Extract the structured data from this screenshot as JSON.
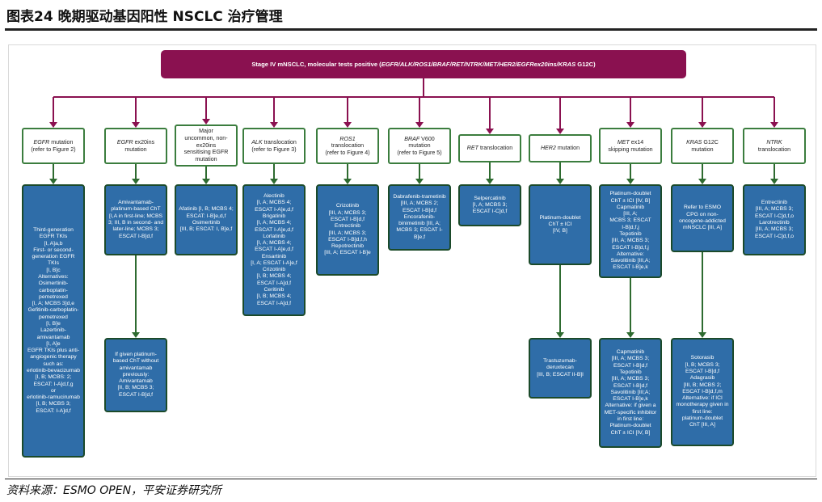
{
  "figure_title": "图表24  晚期驱动基因阳性 NSCLC 治疗管理",
  "root": {
    "prefix": "Stage IV mNSCLC, molecular tests positive (",
    "genes": "EGFR/ALK/ROS1/BRAF/RET/NTRK/MET/HER2/EGFRex20ins/KRAS",
    "suffix": " G12C)"
  },
  "categories": [
    {
      "gene": "EGFR",
      "text": " mutation\n(refer to Figure 2)"
    },
    {
      "gene": "EGFR",
      "text": " ex20ins\nmutation"
    },
    {
      "gene": "",
      "text": "Major\nuncommon, non-\nex20ins\nsensitising EGFR\nmutation"
    },
    {
      "gene": "ALK",
      "text": " translocation\n(refer to Figure 3)"
    },
    {
      "gene": "ROS1",
      "text": "\ntranslocation\n(refer to Figure 4)"
    },
    {
      "gene": "BRAF",
      "text": " V600\nmutation\n(refer to Figure 5)"
    },
    {
      "gene": "RET",
      "text": " translocation"
    },
    {
      "gene": "HER2",
      "text": " mutation"
    },
    {
      "gene": "MET",
      "text": " ex14\nskipping mutation"
    },
    {
      "gene": "KRAS",
      "text": " G12C\nmutation"
    },
    {
      "gene": "NTRK",
      "text": "\ntranslocation"
    }
  ],
  "treatments_first": [
    "Third-generation EGFR TKIs\n[I, A]a,b\nFirst- or second-generation EGFR TKIs\n[I, B]c\nAlternatives:\nOsimertinib-carboplatin-pemetrexed\n[I, A; MCBS 3]d,e\nGefitinib-carboplatin-pemetrexed\n[I, B]e\nLazertinib-amivantamab\n[I, A]e\nEGFR TKIs plus anti-angiogenic therapy such as:\nerlotinib-bevacizumab\n[I, B; MCBS: 2;\nESCAT: I-A]d,f,g\nor\nerlotinib-ramucirumab\n[I, B; MCBS 3;\nESCAT: I-A]d,f",
    "Amivantamab-platinum-based ChT\n[I,A in first-line; MCBS 3; III, B in second- and later-line; MCBS 3; ESCAT I-B]d,f",
    "Afatinib [I, B; MCBS 4;\nESCAT: I-B]e,d,f\nOsimertinib\n[III, B; ESCAT: I, B]e,f",
    "Alectinib\n[I, A; MCBS 4;\nESCAT I-A]e,d,f\nBrigatinib\n[I, A; MCBS 4;\nESCAT I-A]e,d,f\nLorlatinib\n[I, A; MCBS 4;\nESCAT I-A]e,d,f\nEnsartinib\n[I, A; ESCAT I-A]e,f\nCrizotinib\n[I, B; MCBS 4;\nESCAT I-A]d,f\nCeritinib\n[I, B; MCBS 4;\nESCAT I-A]d,f",
    "Crizotinib\n[III, A; MCBS 3;\nESCAT I-B]d,f\nEntrectinib\n[III, A; MCBS 3;\nESCAT I-B]d,f,h\nRepotrectinib\n[III, A; ESCAT I-B]e",
    "Dabrafenib-trametinib\n[III, A; MCBS 2;\nESCAT I-B]d,f\nEncorafenib-binimetinib [III, A;\nMCBS 3; ESCAT I-B]e,f",
    "Selpercatinib\n[I, A; MCBS 3;\nESCAT I-C]d,f",
    "Platinum-doublet\nChT ± ICI\n[IV, B]",
    "Platinum-doublet\nChT ± ICI [IV, B]\nCapmatinib\n[III, A;\nMCBS 3; ESCAT\nI-B]d,f,j\nTepotinib\n[III, A; MCBS 3;\nESCAT I-B]d,f,j\nAlternative:\nSavolitinib [III,A;\nESCAT I-B]e,k",
    "Refer to ESMO\nCPG on non-oncogene-addicted\nmNSCLC [III, A]",
    "Entrectinib\n[III, A; MCBS 3;\nESCAT I-C]d,f,o\nLarotrectinib\n[III, A; MCBS 3;\nESCAT I-C]d,f,o"
  ],
  "treatments_second": {
    "col2": "If given platinum-based ChT without amivantamab previously:\nAmivantamab\n[II, B; MCBS 3;\nESCAT I-B]d,f",
    "col8": "Trastuzumab-deruxtecan\n[III, B; ESCAT II-B]l",
    "col9": "Capmatinib\n[III, A; MCBS 3;\nESCAT I-B]d,f\nTepotinib\n[III, A; MCBS 3;\nESCAT I-B]d,f\nSavolitinib [III;A;\nESCAT I-B]e,k\nAlternative: if given a MET-specific inhibitor in first line:\nPlatinum-doublet\nChT ± ICI [IV, B]",
    "col10": "Sotorasib\n[I, B; MCBS 3;\nESCAT I-B]d,f\nAdagrasib\n[III, B; MCBS 2;\nESCAT I-B]d,f,m\nAlternative: if ICI monotherapy given in first line:\nplatinum-doublet\nChT [III, A]"
  },
  "colors": {
    "root": "#8a1150",
    "connector": "#8a1150",
    "category_border": "#3b7d3e",
    "treatment_fill": "#2f6da8",
    "treatment_border": "#1b4a2a",
    "arrow": "#2e6b30"
  },
  "source": "资料来源：ESMO OPEN，平安证券研究所"
}
